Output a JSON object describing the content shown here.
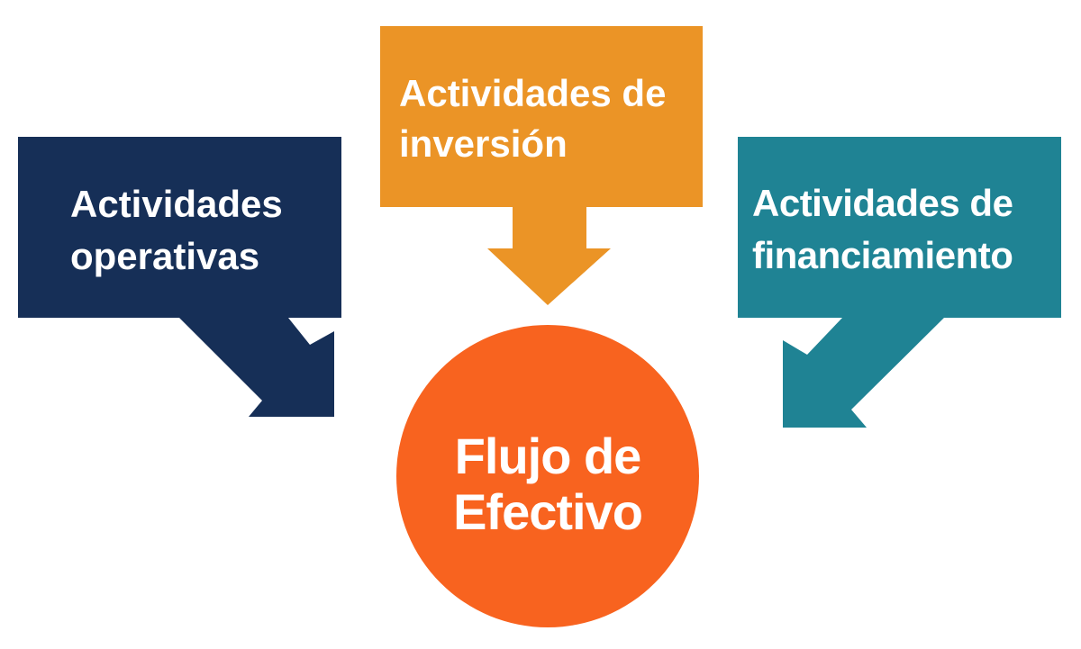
{
  "colors": {
    "operativas": "#162F57",
    "inversion": "#EB9426",
    "financiamiento": "#1F8394",
    "center": "#F8631F",
    "text": "#FFFFFF"
  },
  "boxes": {
    "operativas": {
      "line1": "Actividades",
      "line2": "operativas"
    },
    "inversion": {
      "line1": "Actividades de",
      "line2": "inversión"
    },
    "financiamiento": {
      "line1": "Actividades de",
      "line2": "financiamiento"
    }
  },
  "center": {
    "line1": "Flujo de",
    "line2": "Efectivo"
  }
}
